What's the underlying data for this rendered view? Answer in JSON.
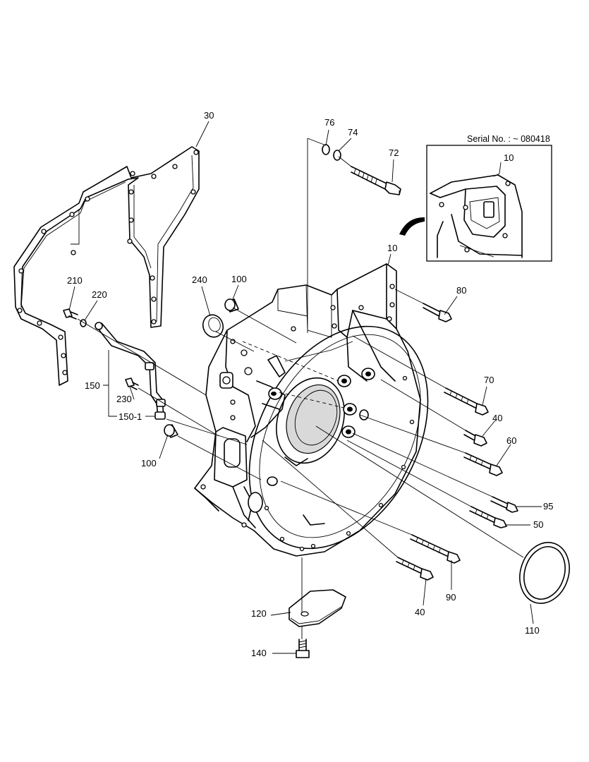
{
  "serial_note": "Serial No. : ~ 080418",
  "callouts": [
    {
      "id": "c10_inset",
      "text": "10"
    },
    {
      "id": "c10",
      "text": "10"
    },
    {
      "id": "c30",
      "text": "30"
    },
    {
      "id": "c76",
      "text": "76"
    },
    {
      "id": "c74",
      "text": "74"
    },
    {
      "id": "c72",
      "text": "72"
    },
    {
      "id": "c80",
      "text": "80"
    },
    {
      "id": "c210",
      "text": "210"
    },
    {
      "id": "c220",
      "text": "220"
    },
    {
      "id": "c240",
      "text": "240"
    },
    {
      "id": "c100a",
      "text": "100"
    },
    {
      "id": "c100b",
      "text": "100"
    },
    {
      "id": "c150",
      "text": "150"
    },
    {
      "id": "c150_1",
      "text": "150-1"
    },
    {
      "id": "c230",
      "text": "230"
    },
    {
      "id": "c70",
      "text": "70"
    },
    {
      "id": "c40a",
      "text": "40"
    },
    {
      "id": "c60",
      "text": "60"
    },
    {
      "id": "c95",
      "text": "95"
    },
    {
      "id": "c50",
      "text": "50"
    },
    {
      "id": "c90",
      "text": "90"
    },
    {
      "id": "c40b",
      "text": "40"
    },
    {
      "id": "c110",
      "text": "110"
    },
    {
      "id": "c120",
      "text": "120"
    },
    {
      "id": "c140",
      "text": "140"
    }
  ]
}
